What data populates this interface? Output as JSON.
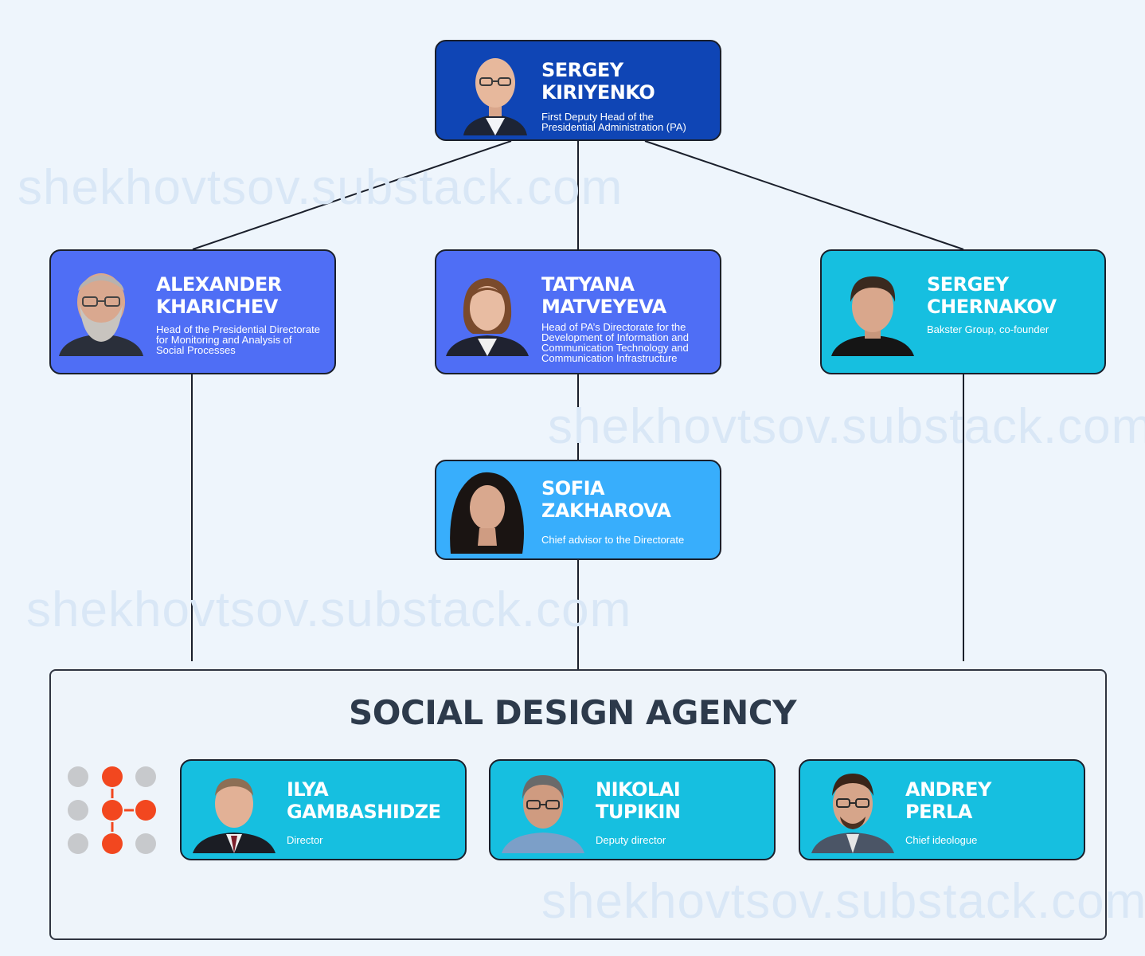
{
  "watermark": "shekhovtsov.substack.com",
  "top": {
    "first_name": "SERGEY",
    "last_name": "KIRIYENKO",
    "role_lines": [
      "First Deputy Head of the",
      "Presidential Administration (PA)"
    ],
    "color": "#0f45b5"
  },
  "level2": [
    {
      "first_name": "ALEXANDER",
      "last_name": "KHARICHEV",
      "role_lines": [
        "Head of the Presidential Directorate",
        "for Monitoring and Analysis of",
        "Social Processes"
      ],
      "color": "#4f6ef5"
    },
    {
      "first_name": "TATYANA",
      "last_name": "MATVEYEVA",
      "role_lines": [
        "Head of PA’s Directorate for the",
        "Development of Information and",
        "Communication Technology and",
        "Communication Infrastructure"
      ],
      "color": "#4f6ef5"
    },
    {
      "first_name": "SERGEY",
      "last_name": "CHERNAKOV",
      "role_lines": [
        "Bakster Group, co-founder"
      ],
      "color": "#16bfe0"
    }
  ],
  "advisor": {
    "first_name": "SOFIA",
    "last_name": "ZAKHAROVA",
    "role_lines": [
      "Chief advisor to the Directorate"
    ],
    "color": "#38aefc"
  },
  "agency": {
    "title": "SOCIAL DESIGN AGENCY",
    "members": [
      {
        "first_name": "ILYA",
        "last_name": "GAMBASHIDZE",
        "role_lines": [
          "Director"
        ]
      },
      {
        "first_name": "NIKOLAI",
        "last_name": "TUPIKIN",
        "role_lines": [
          "Deputy director"
        ]
      },
      {
        "first_name": "ANDREY",
        "last_name": "PERLA",
        "role_lines": [
          "Chief ideologue"
        ]
      }
    ],
    "logo_colors": {
      "active": "#f2471f",
      "inactive": "#c7c9cc"
    }
  }
}
